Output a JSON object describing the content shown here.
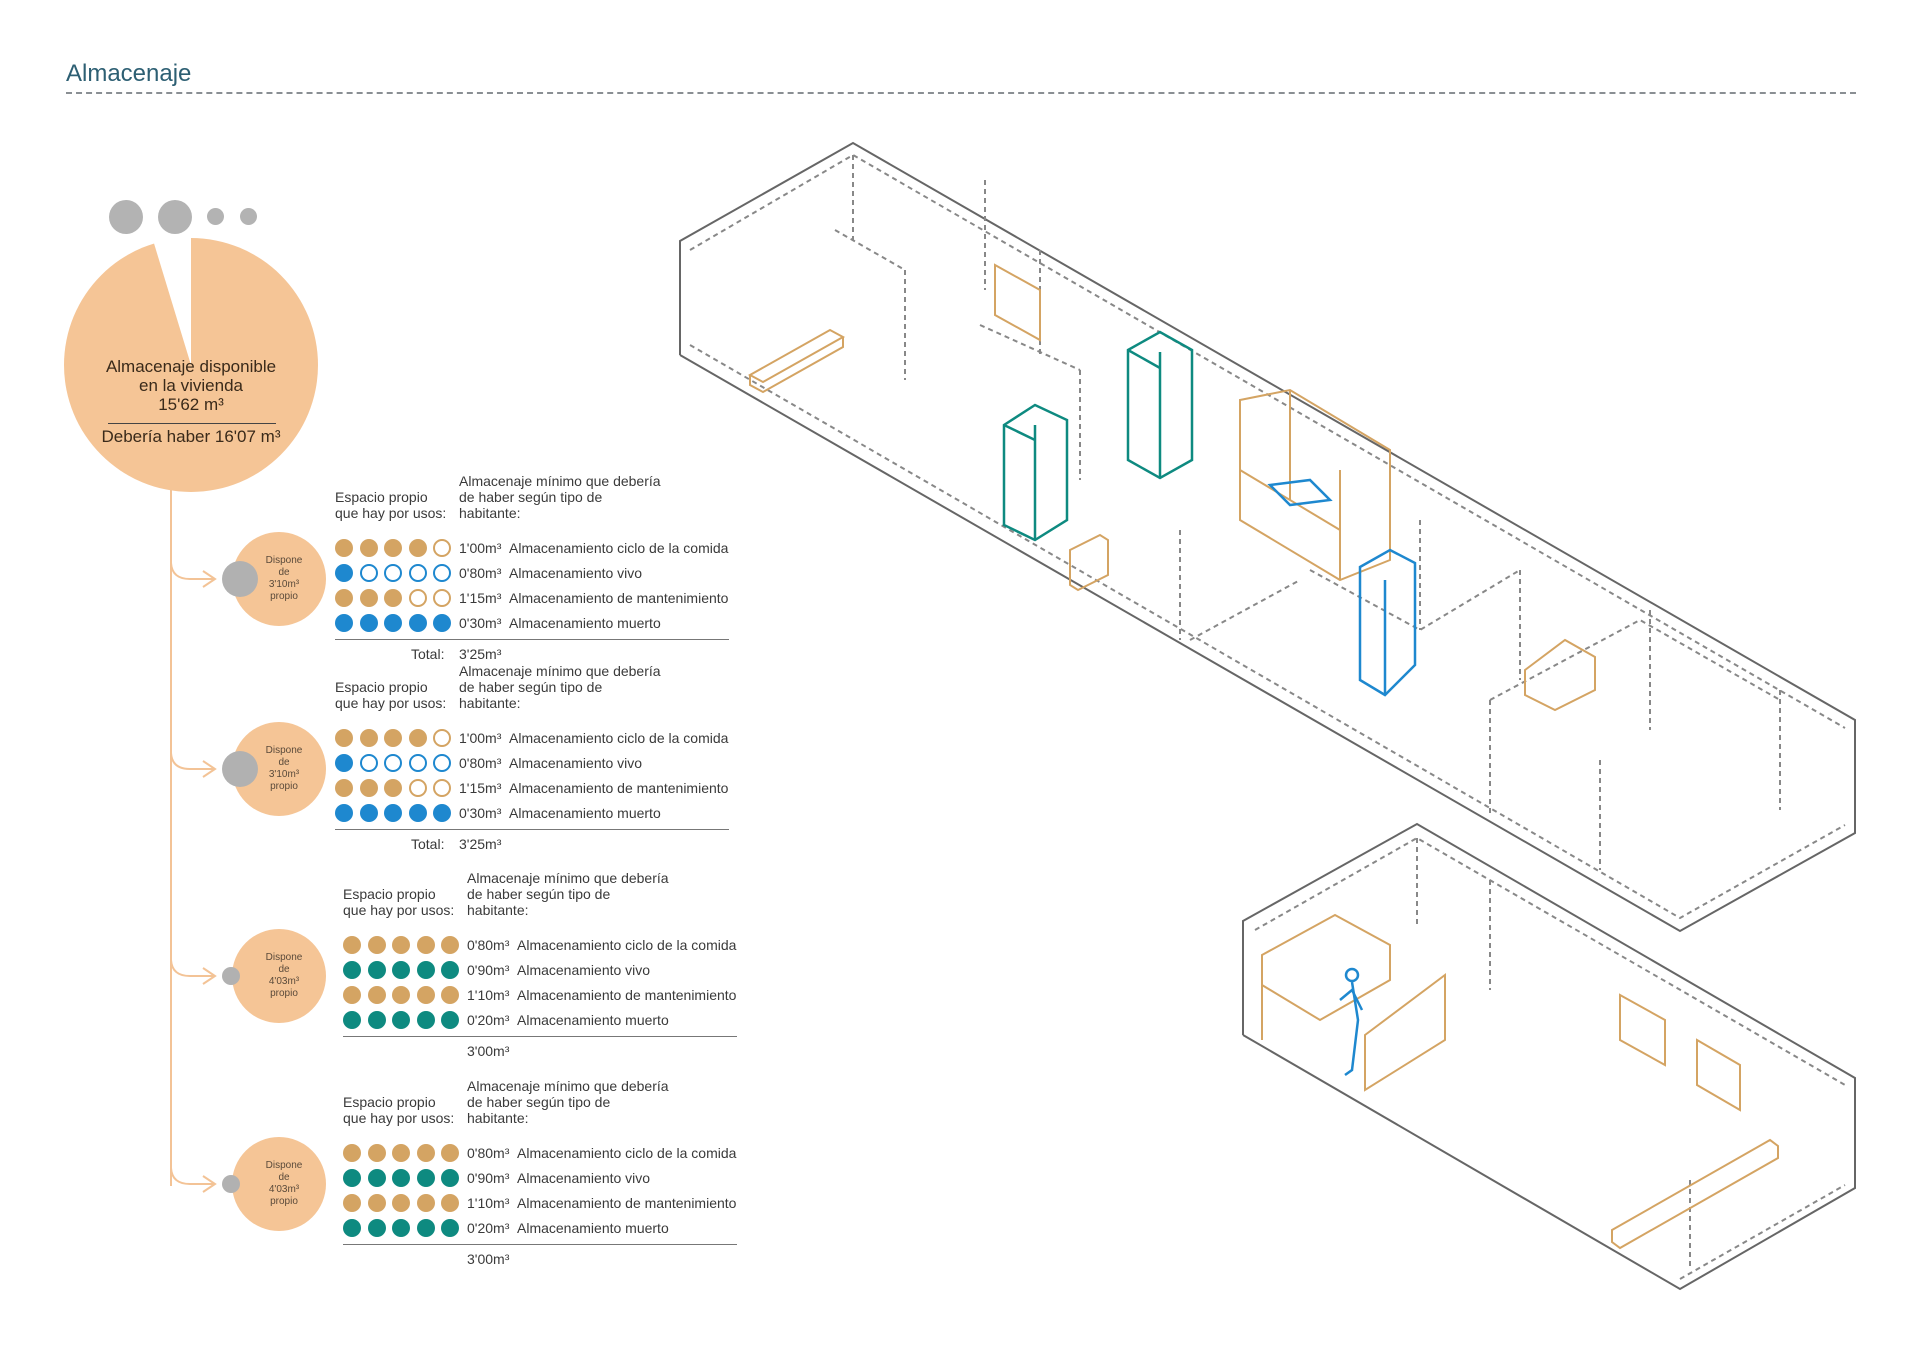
{
  "title": "Almacenaje",
  "summary": {
    "line1": "Almacenaje disponible",
    "line2": "en la vivienda",
    "available": "15'62 m³",
    "required": "Debería haber 16'07 m³"
  },
  "colors": {
    "peach": "#f5c596",
    "tan": "#d4a463",
    "blue": "#1e88cf",
    "teal": "#0e8a80",
    "grey": "#b3b3b3"
  },
  "header": {
    "left": [
      "Espacio propio",
      "que hay por usos:"
    ],
    "right": [
      "Almacenaje mínimo que debería",
      "de haber  según tipo de",
      "habitante:"
    ]
  },
  "sections": [
    {
      "circle": [
        "Dispone",
        "de",
        "3'10m³",
        "propio"
      ],
      "total_label": "Total:",
      "total": "3'25m³",
      "rows": [
        {
          "value": "1'00m³",
          "label": "Almacenamiento ciclo de la comida",
          "filled": 4,
          "color": "tan"
        },
        {
          "value": "0'80m³",
          "label": "Almacenamiento vivo",
          "filled": 1,
          "color": "blue"
        },
        {
          "value": "1'15m³",
          "label": "Almacenamiento de mantenimiento",
          "filled": 3,
          "color": "tan"
        },
        {
          "value": "0'30m³",
          "label": "Almacenamiento muerto",
          "filled": 5,
          "color": "blue"
        }
      ]
    },
    {
      "circle": [
        "Dispone",
        "de",
        "3'10m³",
        "propio"
      ],
      "total_label": "Total:",
      "total": "3'25m³",
      "rows": [
        {
          "value": "1'00m³",
          "label": "Almacenamiento ciclo de la comida",
          "filled": 4,
          "color": "tan"
        },
        {
          "value": "0'80m³",
          "label": "Almacenamiento vivo",
          "filled": 1,
          "color": "blue"
        },
        {
          "value": "1'15m³",
          "label": "Almacenamiento de mantenimiento",
          "filled": 3,
          "color": "tan"
        },
        {
          "value": "0'30m³",
          "label": "Almacenamiento muerto",
          "filled": 5,
          "color": "blue"
        }
      ]
    },
    {
      "circle": [
        "Dispone",
        "de",
        "4'03m³",
        "propio"
      ],
      "total_label": "",
      "total": "3'00m³",
      "rows": [
        {
          "value": "0'80m³",
          "label": "Almacenamiento ciclo de la comida",
          "filled": 5,
          "color": "tan"
        },
        {
          "value": "0'90m³",
          "label": "Almacenamiento vivo",
          "filled": 5,
          "color": "teal"
        },
        {
          "value": "1'10m³",
          "label": "Almacenamiento de mantenimiento",
          "filled": 5,
          "color": "tan"
        },
        {
          "value": "0'20m³",
          "label": "Almacenamiento muerto",
          "filled": 5,
          "color": "teal"
        }
      ]
    },
    {
      "circle": [
        "Dispone",
        "de",
        "4'03m³",
        "propio"
      ],
      "total_label": "",
      "total": "3'00m³",
      "rows": [
        {
          "value": "0'80m³",
          "label": "Almacenamiento ciclo de la comida",
          "filled": 5,
          "color": "tan"
        },
        {
          "value": "0'90m³",
          "label": "Almacenamiento vivo",
          "filled": 5,
          "color": "teal"
        },
        {
          "value": "1'10m³",
          "label": "Almacenamiento de mantenimiento",
          "filled": 5,
          "color": "tan"
        },
        {
          "value": "0'20m³",
          "label": "Almacenamiento muerto",
          "filled": 5,
          "color": "teal"
        }
      ]
    }
  ],
  "chart_data": {
    "type": "pie",
    "title": "Almacenaje disponible en la vivienda",
    "available_m3": 15.62,
    "required_m3": 16.07
  }
}
